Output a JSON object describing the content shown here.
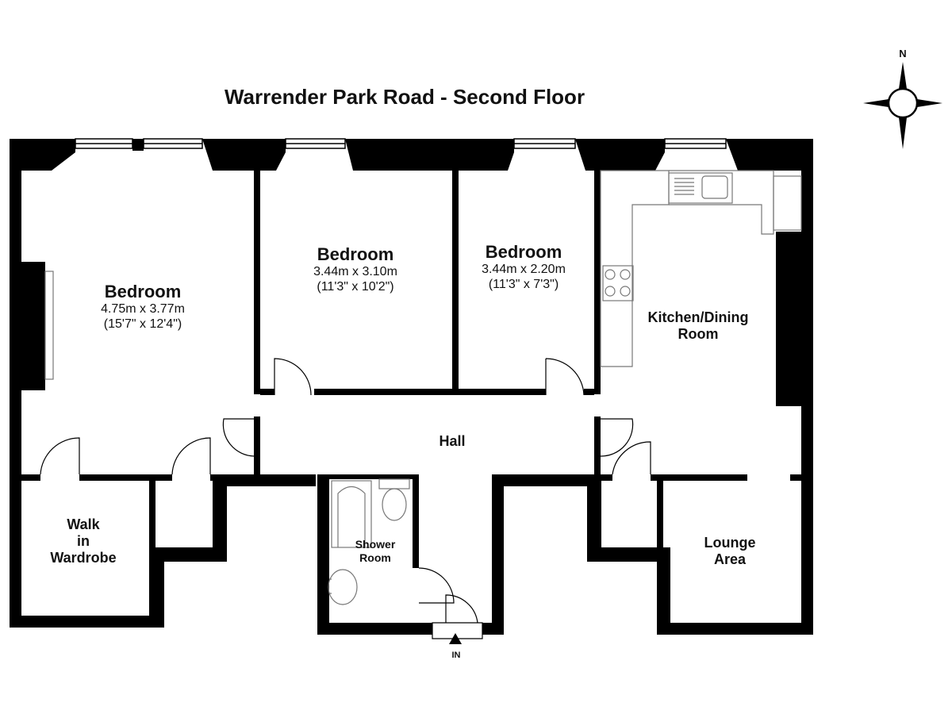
{
  "title": "Warrender Park Road - Second Floor",
  "compass": {
    "label": "N"
  },
  "entry": {
    "label": "IN"
  },
  "rooms": {
    "bedroom1": {
      "name": "Bedroom",
      "dim_m": "4.75m x 3.77m",
      "dim_ft": "(15'7\" x 12'4\")"
    },
    "bedroom2": {
      "name": "Bedroom",
      "dim_m": "3.44m x 3.10m",
      "dim_ft": "(11'3\" x 10'2\")"
    },
    "bedroom3": {
      "name": "Bedroom",
      "dim_m": "3.44m x 2.20m",
      "dim_ft": "(11'3\" x 7'3\")"
    },
    "kitchen": {
      "name_line1": "Kitchen/Dining",
      "name_line2": "Room"
    },
    "hall": {
      "name": "Hall"
    },
    "wardrobe": {
      "line1": "Walk",
      "line2": "in",
      "line3": "Wardrobe"
    },
    "shower": {
      "line1": "Shower",
      "line2": "Room"
    },
    "lounge": {
      "line1": "Lounge",
      "line2": "Area"
    }
  },
  "colors": {
    "wall": "#000000",
    "fixture": "#888888",
    "background": "#ffffff"
  }
}
